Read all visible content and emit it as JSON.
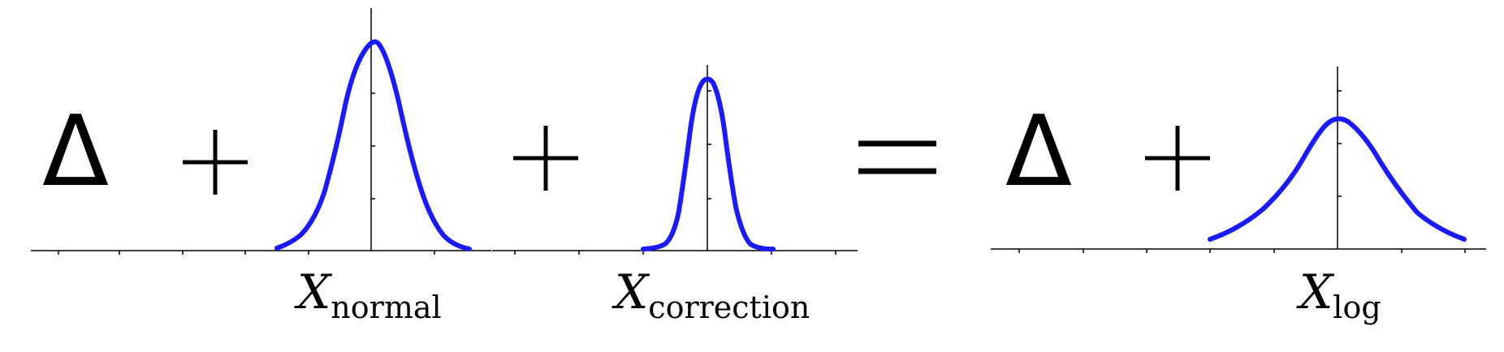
{
  "equation": {
    "terms": [
      {
        "id": "delta-left",
        "symbol": "Δ"
      },
      {
        "id": "plus-1",
        "symbol": "+"
      },
      {
        "id": "x-normal",
        "label": {
          "main": "X",
          "sub": "normal"
        }
      },
      {
        "id": "plus-2",
        "symbol": "+"
      },
      {
        "id": "x-correction",
        "label": {
          "main": "X",
          "sub": "correction"
        }
      },
      {
        "id": "equals",
        "symbol": "="
      },
      {
        "id": "delta-right",
        "symbol": "Δ"
      },
      {
        "id": "plus-3",
        "symbol": "+"
      },
      {
        "id": "x-log",
        "label": {
          "main": "X",
          "sub": "log"
        }
      }
    ]
  },
  "colors": {
    "curve": "#1a1aff",
    "axis": "#000000",
    "text": "#000000"
  },
  "curves": [
    {
      "id": "normal",
      "shape": "bell",
      "relative_width": "medium",
      "relative_peak": "high"
    },
    {
      "id": "correction",
      "shape": "bell",
      "relative_width": "narrow",
      "relative_peak": "high"
    },
    {
      "id": "log",
      "shape": "bell",
      "relative_width": "wide",
      "relative_peak": "low"
    }
  ]
}
